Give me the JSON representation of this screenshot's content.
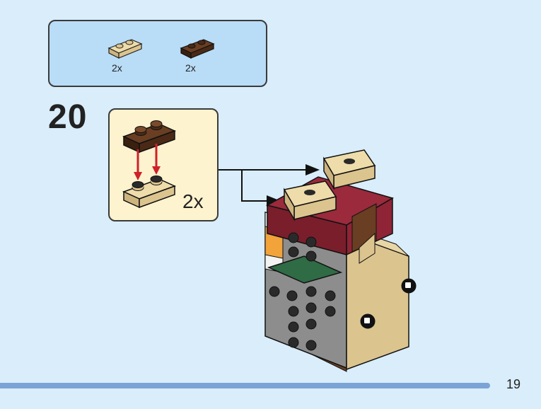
{
  "parts_callout": {
    "items": [
      {
        "icon": "tan-plate-1x2-icon",
        "quantity": "2x",
        "color": "#dcc48f"
      },
      {
        "icon": "dark-brown-plate-1x2-icon",
        "quantity": "2x",
        "color": "#4a2a16"
      }
    ]
  },
  "step": {
    "number": "20",
    "subassembly_quantity": "2x"
  },
  "colors": {
    "background": "#d9edfb",
    "parts_box": "#b9dcf7",
    "subassembly_box": "#fdf3cf",
    "arrow_red": "#d0202a",
    "footer_bar": "#7ba3d6"
  },
  "footer": {
    "page_number": "19"
  }
}
